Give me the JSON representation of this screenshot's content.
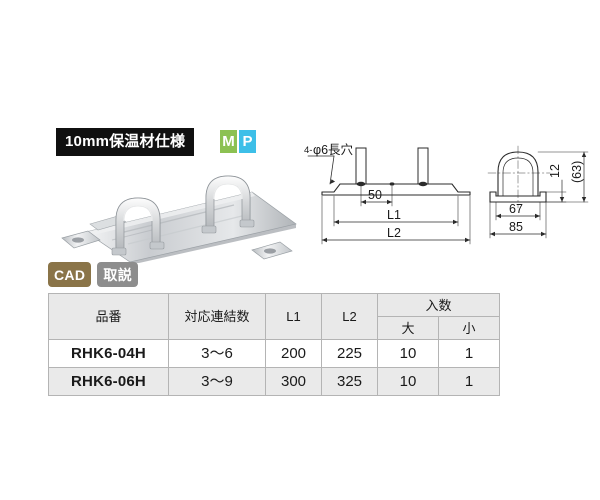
{
  "product": {
    "spec_badge": "10mm保温材仕様",
    "material_badges": [
      {
        "label": "M",
        "color": "#8cc152"
      },
      {
        "label": "P",
        "color": "#3dbfe8"
      }
    ],
    "photo_alt": "配管支持金具 二連サドル付きベース"
  },
  "documents": [
    {
      "label": "CAD",
      "color": "#8a7448"
    },
    {
      "label": "取説",
      "color": "#8d8d8d"
    }
  ],
  "drawing": {
    "hole_note": "4-φ6長穴",
    "side_view": {
      "pitch": "50",
      "l1": "L1",
      "l2": "L2"
    },
    "end_view": {
      "inner_width": "67",
      "outer_width": "85",
      "base_height": "12",
      "total_height": "(63)"
    }
  },
  "table": {
    "headers": {
      "model": "品番",
      "connections": "対応連結数",
      "l1": "L1",
      "l2": "L2",
      "quantity": "入数",
      "quantity_large": "大",
      "quantity_small": "小"
    },
    "rows": [
      {
        "model": "RHK6-04H",
        "connections": "3〜6",
        "l1": "200",
        "l2": "225",
        "qty_large": "10",
        "qty_small": "1"
      },
      {
        "model": "RHK6-06H",
        "connections": "3〜9",
        "l1": "300",
        "l2": "325",
        "qty_large": "10",
        "qty_small": "1"
      }
    ]
  }
}
